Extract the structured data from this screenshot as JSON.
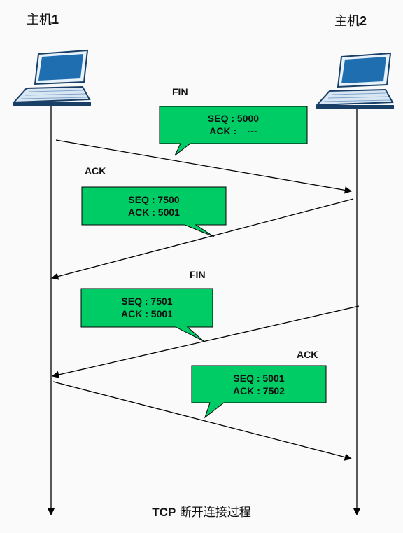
{
  "hosts": [
    {
      "label_cn": "主机",
      "label_num": "1"
    },
    {
      "label_cn": "主机",
      "label_num": "2"
    }
  ],
  "messages": [
    {
      "type": "FIN",
      "seq_line": "SEQ : 5000",
      "ack_line": "ACK :    ---"
    },
    {
      "type": "ACK",
      "seq_line": "SEQ : 7500",
      "ack_line": "ACK : 5001"
    },
    {
      "type": "FIN",
      "seq_line": "SEQ : 7501",
      "ack_line": "ACK : 5001"
    },
    {
      "type": "ACK",
      "seq_line": "SEQ : 5001",
      "ack_line": "ACK : 7502"
    }
  ],
  "caption": {
    "bold": "TCP",
    "rest": " 断开连接过程"
  },
  "colors": {
    "bubble_fill": "#00cc66",
    "laptop_screen": "#1f6fb0",
    "laptop_frame": "#1a3f66",
    "line": "#000000"
  }
}
